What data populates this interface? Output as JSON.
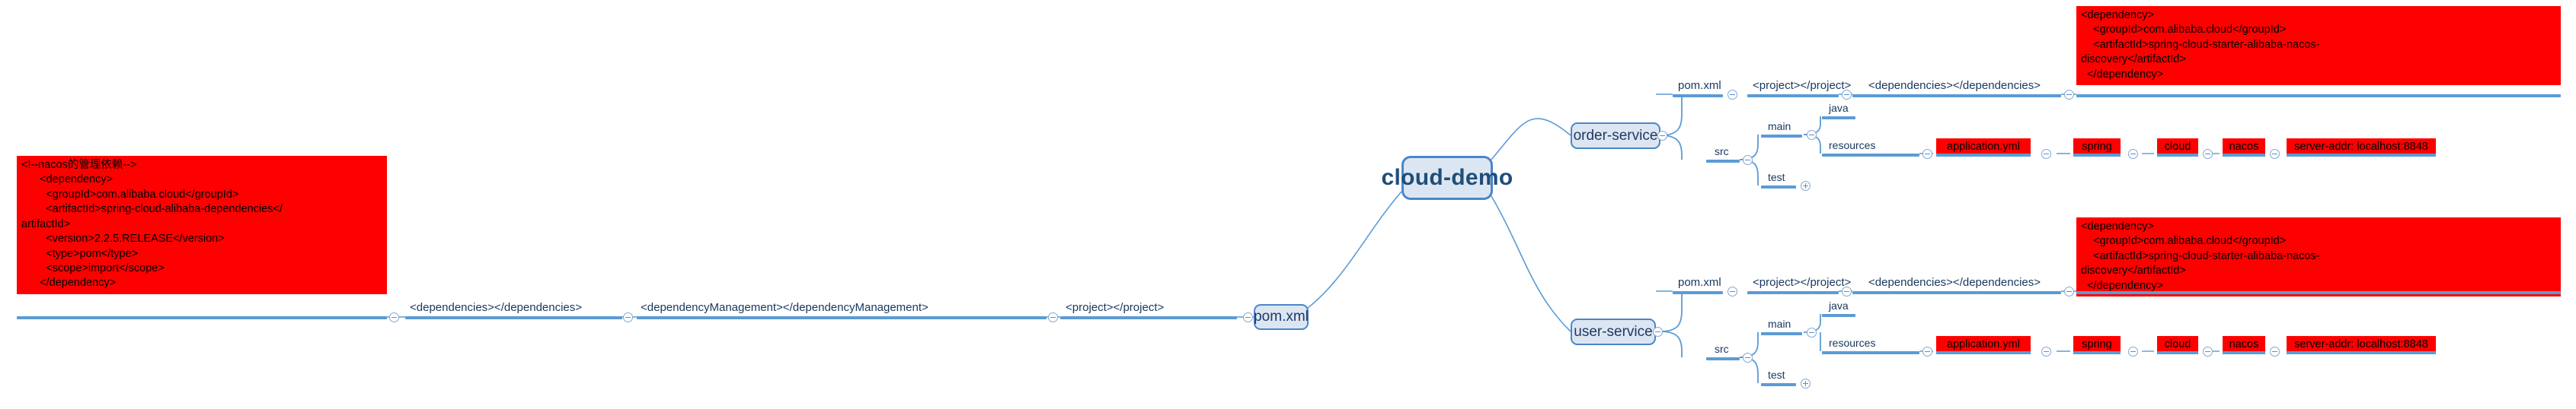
{
  "diagram": {
    "title": "cloud-demo",
    "type": "mind-map"
  },
  "central": {
    "label": "cloud-demo"
  },
  "branches": {
    "pom": {
      "node_label": "pom.xml",
      "chain": [
        {
          "label": "<project></project>"
        },
        {
          "label": "<dependencyManagement></dependencyManagement>"
        },
        {
          "label": "<dependencies></dependencies>"
        }
      ],
      "code": "<!--nacos的管理依赖-->\n      <dependency>\n        <groupId>com.alibaba.cloud</groupId>\n        <artifactId>spring-cloud-alibaba-dependencies</\nartifactId>\n        <version>2.2.5.RELEASE</version>\n        <type>pom</type>\n        <scope>import</scope>\n      </dependency>"
    },
    "order_service": {
      "node_label": "order-service",
      "pom_label": "pom.xml",
      "pom_chain": [
        {
          "label": "<project></project>"
        },
        {
          "label": "<dependencies></dependencies>"
        }
      ],
      "pom_code": "<dependency>\n    <groupId>com.alibaba.cloud</groupId>\n    <artifactId>spring-cloud-starter-alibaba-nacos-\ndiscovery</artifactId>\n  </dependency>",
      "src_label": "src",
      "main_label": "main",
      "test_label": "test",
      "java_label": "java",
      "resources_label": "resources",
      "yml_chain": [
        {
          "label": "application.yml"
        },
        {
          "label": "spring"
        },
        {
          "label": "cloud"
        },
        {
          "label": "nacos"
        },
        {
          "label": "server-addr: localhost:8848"
        }
      ]
    },
    "user_service": {
      "node_label": "user-service",
      "pom_label": "pom.xml",
      "pom_chain": [
        {
          "label": "<project></project>"
        },
        {
          "label": "<dependencies></dependencies>"
        }
      ],
      "pom_code": "<dependency>\n    <groupId>com.alibaba.cloud</groupId>\n    <artifactId>spring-cloud-starter-alibaba-nacos-\ndiscovery</artifactId>\n  </dependency>",
      "src_label": "src",
      "main_label": "main",
      "test_label": "test",
      "java_label": "java",
      "resources_label": "resources",
      "yml_chain": [
        {
          "label": "application.yml"
        },
        {
          "label": "spring"
        },
        {
          "label": "cloud"
        },
        {
          "label": "nacos"
        },
        {
          "label": "server-addr: localhost:8848"
        }
      ]
    }
  },
  "colors": {
    "node_fill": "#dce6f2",
    "node_border": "#4a86c8",
    "node_text": "#1f4e79",
    "branch_line": "#5b9bd5",
    "highlight": "#ff0000",
    "highlight_text": "#000000"
  }
}
